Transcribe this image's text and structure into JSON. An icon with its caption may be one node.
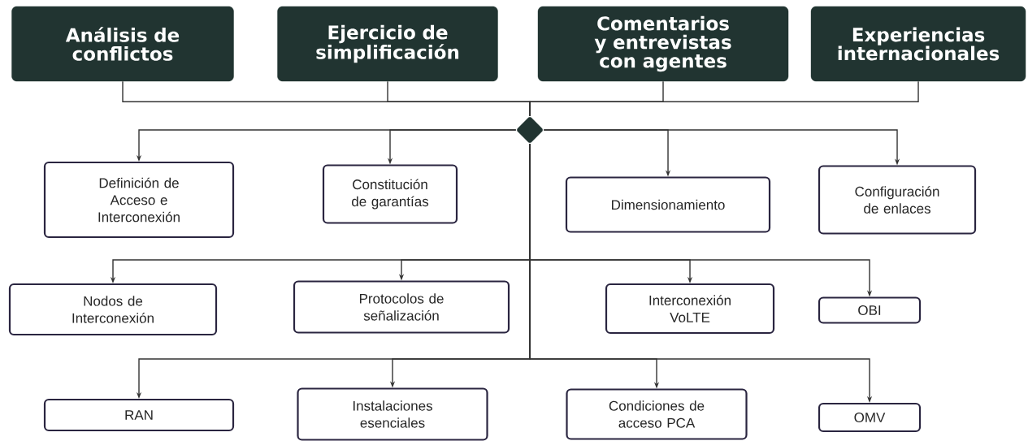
{
  "diagram": {
    "nodes": [
      {
        "text": [
          "Análisis de conflictos"
        ]
      },
      {
        "text": [
          "Ejercicio de simplificación"
        ]
      },
      {
        "text": [
          "Comentarios y entrevistas con agentes"
        ]
      },
      {
        "text": [
          "Experiencias internacionales"
        ]
      },
      {
        "text": [],
        "shape": "diamond"
      },
      {
        "text": [
          "Definición de Acceso e Interconexión"
        ]
      },
      {
        "text": [
          "Constitución de garantías"
        ]
      },
      {
        "text": [
          "Dimensionamiento"
        ]
      },
      {
        "text": [
          "Configuración de enlaces"
        ]
      },
      {
        "text": [
          "Nodos de Interconexión"
        ]
      },
      {
        "text": [
          "Protocolos de señalización"
        ]
      },
      {
        "text": [
          "Interconexión VoLTE"
        ]
      },
      {
        "text": [
          "OBI"
        ]
      },
      {
        "text": [
          "RAN"
        ]
      },
      {
        "text": [
          "Instalaciones esenciales"
        ]
      },
      {
        "text": [
          "Condiciones de acceso PCA"
        ]
      },
      {
        "text": [
          "OMV"
        ]
      }
    ],
    "edges": [
      {
        "from": 0,
        "to": 4,
        "arrow": "none"
      },
      {
        "from": 1,
        "to": 4,
        "arrow": "none"
      },
      {
        "from": 2,
        "to": 4,
        "arrow": "none"
      },
      {
        "from": 3,
        "to": 4,
        "arrow": "none"
      },
      {
        "from": 4,
        "to": 5,
        "arrow": "to"
      },
      {
        "from": 4,
        "to": 6,
        "arrow": "to"
      },
      {
        "from": 4,
        "to": 7,
        "arrow": "to"
      },
      {
        "from": 4,
        "to": 8,
        "arrow": "to"
      },
      {
        "from": 4,
        "to": 9,
        "arrow": "to"
      },
      {
        "from": 4,
        "to": 10,
        "arrow": "to"
      },
      {
        "from": 4,
        "to": 11,
        "arrow": "to"
      },
      {
        "from": 4,
        "to": 12,
        "arrow": "to"
      },
      {
        "from": 4,
        "to": 13,
        "arrow": "to"
      },
      {
        "from": 4,
        "to": 14,
        "arrow": "to"
      },
      {
        "from": 4,
        "to": 15,
        "arrow": "to"
      },
      {
        "from": 4,
        "to": 16,
        "arrow": "to"
      }
    ]
  }
}
